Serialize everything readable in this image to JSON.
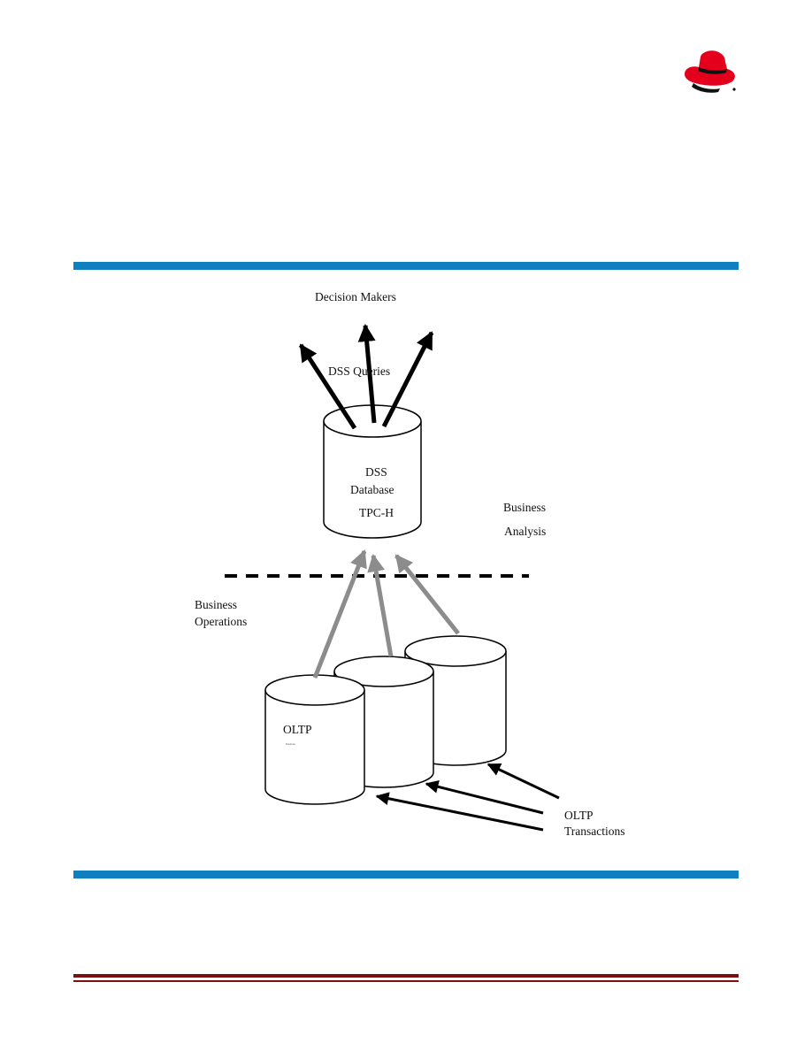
{
  "colors": {
    "rule_blue": "#0f7fc0",
    "footer_red": "#7b1010",
    "logo_red": "#e4001c",
    "arrow_black": "#000000",
    "arrow_gray": "#8c8c8c"
  },
  "logo": {
    "icon": "shadowman-hat-icon"
  },
  "diagram": {
    "decision_makers": "Decision Makers",
    "dss_queries": "DSS Queries",
    "dss_db_line1": "DSS",
    "dss_db_line2": "Database",
    "dss_db_line3": "TPC-H",
    "business_analysis_line1": "Business",
    "business_analysis_line2": "Analysis",
    "business_operations_line1": "Business",
    "business_operations_line2": "Operations",
    "oltp_db": "OLTP",
    "oltp_db_small": "Database",
    "oltp_transactions_line1": "OLTP",
    "oltp_transactions_line2": "Transactions"
  }
}
